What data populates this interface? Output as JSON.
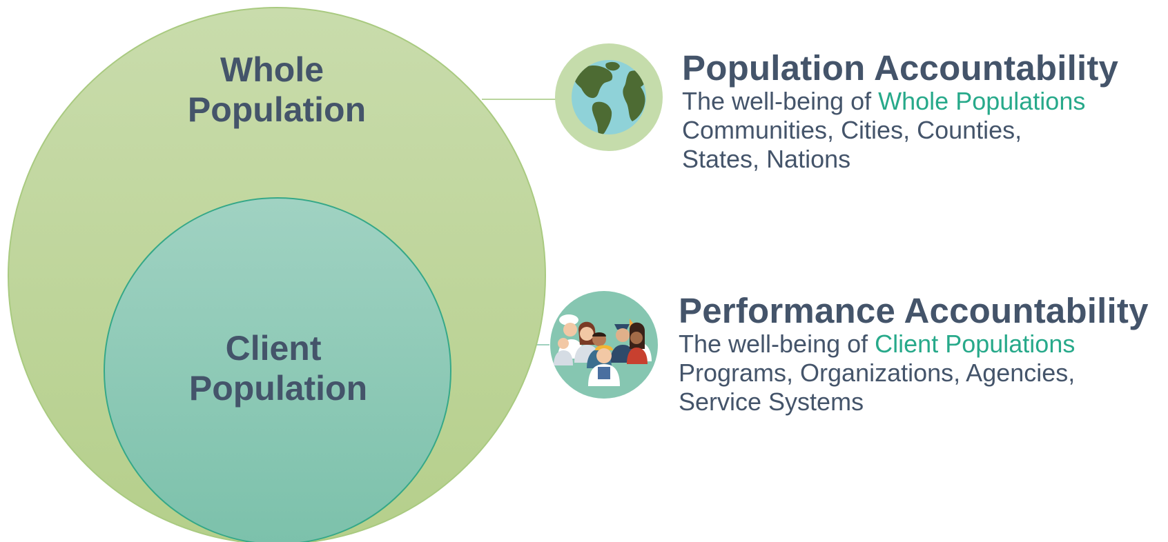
{
  "colors": {
    "outer_circle_fill_top": "#c7daa8",
    "outer_circle_fill_bottom": "#b7d08e",
    "outer_circle_stroke": "#a6c97a",
    "inner_circle_fill_top": "#9dd1c0",
    "inner_circle_fill_bottom": "#7fc3ae",
    "inner_circle_stroke": "#3fae8f",
    "text_dark": "#44546a",
    "text_accent": "#27a98a",
    "connector_line": "#b7d49a"
  },
  "outer_circle": {
    "label_line1": "Whole",
    "label_line2": "Population"
  },
  "inner_circle": {
    "label_line1": "Client",
    "label_line2": "Population"
  },
  "population_block": {
    "icon": "globe-icon",
    "heading": "Population Accountability",
    "desc_prefix": "The well-being of ",
    "desc_accent": "Whole Populations",
    "desc_line2": "Communities, Cities, Counties,",
    "desc_line3": "States, Nations"
  },
  "performance_block": {
    "icon": "people-group-icon",
    "heading": "Performance Accountability",
    "desc_prefix": "The well-being of ",
    "desc_accent": "Client Populations",
    "desc_line2": "Programs, Organizations, Agencies,",
    "desc_line3": "Service Systems"
  }
}
